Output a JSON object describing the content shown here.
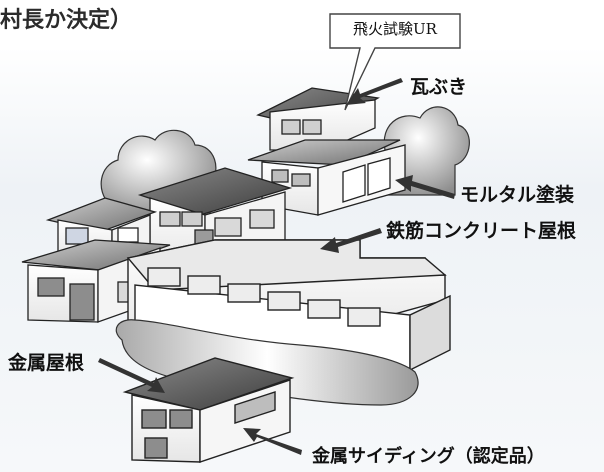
{
  "heading": "村長か決定）",
  "callout": "飛火試験UR",
  "labels": {
    "kawara": "瓦ぶき",
    "mortar": "モルタル塗装",
    "rc_roof": "鉄筋コンクリート屋根",
    "metal_roof": "金属屋根",
    "metal_siding": "金属サイディング（認定品）"
  },
  "colors": {
    "roof_dark": "#5a5a5a",
    "roof_mid": "#9a9a9a",
    "wall": "#f2f2f2",
    "outline": "#222222",
    "arrow": "#333333"
  }
}
